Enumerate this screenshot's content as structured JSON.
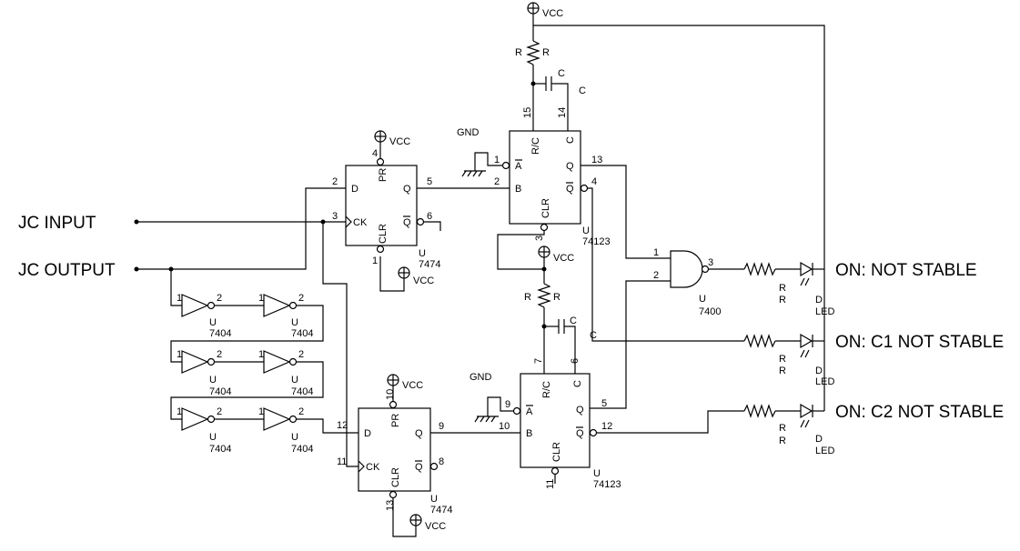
{
  "inputs": {
    "jc_input": "JC INPUT",
    "jc_output": "JC OUTPUT"
  },
  "outputs": {
    "not_stable": "ON: NOT STABLE",
    "c1_not_stable": "ON: C1 NOT STABLE",
    "c2_not_stable": "ON: C2 NOT STABLE"
  },
  "power": {
    "vcc": "VCC",
    "gnd": "GND"
  },
  "parts": {
    "ref": "U",
    "resistor": "R",
    "capacitor": "C",
    "led": "D",
    "led_type": "LED",
    "ff_type": "7474",
    "mono_type": "74123",
    "nand_type": "7400",
    "inv_type": "7404"
  },
  "ff_pins": {
    "d": "D",
    "ck": "CK",
    "q": "Q",
    "qbar": "Q",
    "pr": "PR",
    "clr": "CLR"
  },
  "mono_pins": {
    "a": "A",
    "b": "B",
    "q": "Q",
    "qbar": "Q",
    "clr": "CLR",
    "rc": "R/C",
    "c": "C"
  },
  "pin_numbers": {
    "p1": "1",
    "p2": "2",
    "p3": "3",
    "p4": "4",
    "p5": "5",
    "p6": "6",
    "p7": "7",
    "p8": "8",
    "p9": "9",
    "p10": "10",
    "p11": "11",
    "p12": "12",
    "p13": "13",
    "p14": "14",
    "p15": "15"
  }
}
